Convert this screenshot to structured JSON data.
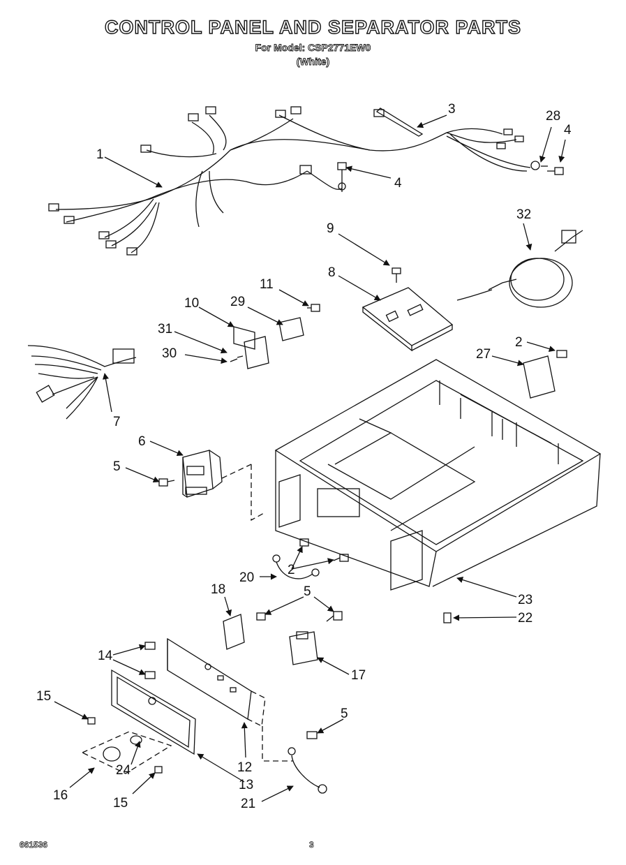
{
  "header": {
    "title": "CONTROL PANEL AND SEPARATOR PARTS",
    "model_line": "For Model: CSP2771EW0",
    "color_line": "(White)"
  },
  "footer": {
    "doc_number": "661536",
    "page_number": "3"
  },
  "callouts": {
    "c1": "1",
    "c2a": "2",
    "c2b": "2",
    "c3": "3",
    "c4a": "4",
    "c4b": "4",
    "c5a": "5",
    "c5b": "5",
    "c5c": "5",
    "c6": "6",
    "c7": "7",
    "c8": "8",
    "c9": "9",
    "c10": "10",
    "c11": "11",
    "c12": "12",
    "c13": "13",
    "c14": "14",
    "c15a": "15",
    "c15b": "15",
    "c16": "16",
    "c17": "17",
    "c18": "18",
    "c20": "20",
    "c21": "21",
    "c22": "22",
    "c23": "23",
    "c24": "24",
    "c27": "27",
    "c28": "28",
    "c29": "29",
    "c30": "30",
    "c31": "31",
    "c32": "32"
  }
}
